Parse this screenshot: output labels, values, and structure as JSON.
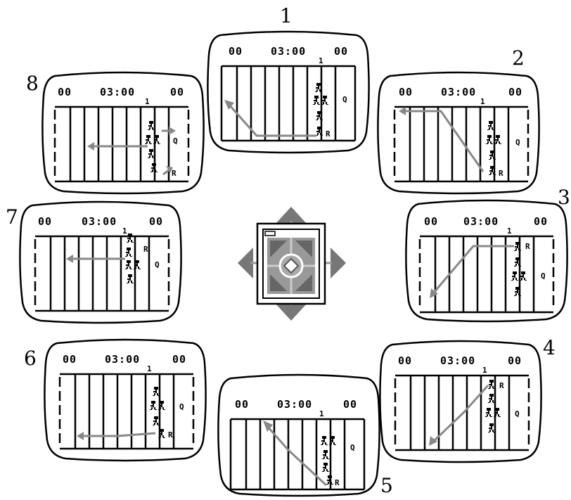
{
  "screens": [
    {
      "number": "1",
      "score_left": "00",
      "clock": "03:00",
      "down": "1",
      "score_right": "00"
    },
    {
      "number": "2",
      "score_left": "00",
      "clock": "03:00",
      "down": "1",
      "score_right": "00"
    },
    {
      "number": "3",
      "score_left": "00",
      "clock": "03:00",
      "down": "1",
      "score_right": "00"
    },
    {
      "number": "4",
      "score_left": "00",
      "clock": "03:00",
      "down": "1",
      "score_right": "00"
    },
    {
      "number": "5",
      "score_left": "00",
      "clock": "03:00",
      "down": "1",
      "score_right": "00"
    },
    {
      "number": "6",
      "score_left": "00",
      "clock": "03:00",
      "down": "1",
      "score_right": "00"
    },
    {
      "number": "7",
      "score_left": "00",
      "clock": "03:00",
      "down": "1",
      "score_right": "00"
    },
    {
      "number": "8",
      "score_left": "00",
      "clock": "03:00",
      "down": "1",
      "score_right": "00"
    }
  ],
  "field_markers": {
    "receiver": "R",
    "quarterback": "Q"
  },
  "colors": {
    "ink": "#000000",
    "arrow": "#888888",
    "pad": "#777777",
    "pad_light": "#bbbbbb"
  },
  "center_icon": "joystick-eight-direction-pad"
}
